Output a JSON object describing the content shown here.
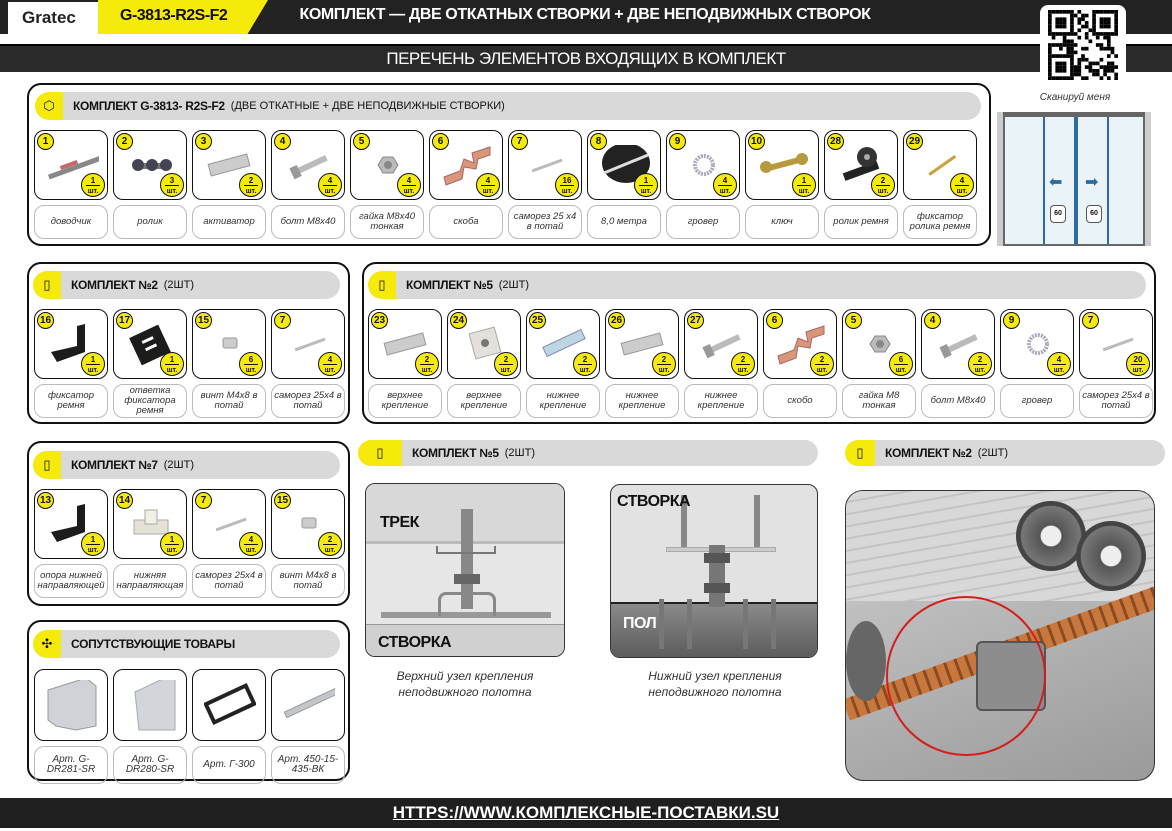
{
  "header": {
    "brand": "Gratec",
    "code": "G-3813-R2S-F2",
    "title": "КОМПЛЕКТ — ДВЕ ОТКАТНЫХ СТВОРКИ + ДВЕ НЕПОДВИЖНЫХ СТВОРОК",
    "subtitle": "ПЕРЕЧЕНЬ ЭЛЕМЕНТОВ ВХОДЯЩИХ В  КОМПЛЕКТ",
    "scan": "Сканируй меня"
  },
  "unit": "шт.",
  "accent": "#f5ea0a",
  "main_kit": {
    "title": "КОМПЛЕКТ G-3813- R2S-F2",
    "subtitle": "(ДВЕ ОТКАТНЫЕ + ДВЕ НЕПОДВИЖНЫЕ СТВОРКИ)",
    "items": [
      {
        "num": "1",
        "qty": "1",
        "label": "доводчик",
        "shape": "rod"
      },
      {
        "num": "2",
        "qty": "3",
        "label": "ролик",
        "shape": "roller"
      },
      {
        "num": "3",
        "qty": "2",
        "label": "активатор",
        "shape": "plate"
      },
      {
        "num": "4",
        "qty": "4",
        "label": "болт М8х40",
        "shape": "bolt"
      },
      {
        "num": "5",
        "qty": "4",
        "label": "гайка М8х40 тонкая",
        "shape": "nut"
      },
      {
        "num": "6",
        "qty": "4",
        "label": "скоба",
        "shape": "bracket"
      },
      {
        "num": "7",
        "qty": "16",
        "label": "саморез 25 х4 в потай",
        "shape": "screw"
      },
      {
        "num": "8",
        "qty": "1",
        "label": "8,0 метра",
        "shape": "disc"
      },
      {
        "num": "9",
        "qty": "4",
        "label": "гровер",
        "shape": "washer"
      },
      {
        "num": "10",
        "qty": "1",
        "label": "ключ",
        "shape": "wrench"
      },
      {
        "num": "28",
        "qty": "2",
        "label": "ролик ремня",
        "shape": "pulley"
      },
      {
        "num": "29",
        "qty": "4",
        "label": "фиксатор ролика ремня",
        "shape": "goldscrew"
      }
    ]
  },
  "diagram": {
    "weight_left": "60",
    "weight_right": "60"
  },
  "kit2": {
    "title": "КОМПЛЕКТ №2",
    "subtitle": "(2ШТ)",
    "items": [
      {
        "num": "16",
        "qty": "1",
        "label": "фиксатор ремня",
        "shape": "blackbracket"
      },
      {
        "num": "17",
        "qty": "1",
        "label": "ответка фиксатора ремня",
        "shape": "blackplate"
      },
      {
        "num": "15",
        "qty": "6",
        "label": "винт М4х8 в потай",
        "shape": "smallscrew"
      },
      {
        "num": "7",
        "qty": "4",
        "label": "саморез 25х4 в потай",
        "shape": "screw"
      }
    ]
  },
  "kit5": {
    "title": "КОМПЛЕКТ №5",
    "subtitle": "(2ШТ)",
    "items": [
      {
        "num": "23",
        "qty": "2",
        "label": "верхнее крепление",
        "shape": "plate"
      },
      {
        "num": "24",
        "qty": "2",
        "label": "верхнее крепление",
        "shape": "square"
      },
      {
        "num": "25",
        "qty": "2",
        "label": "нижнее крепление",
        "shape": "blueplate"
      },
      {
        "num": "26",
        "qty": "2",
        "label": "нижнее крепление",
        "shape": "plate"
      },
      {
        "num": "27",
        "qty": "2",
        "label": "нижнее крепление",
        "shape": "bolt"
      },
      {
        "num": "6",
        "qty": "2",
        "label": "скобо",
        "shape": "bracket"
      },
      {
        "num": "5",
        "qty": "6",
        "label": "гайка  М8 тонкая",
        "shape": "nut"
      },
      {
        "num": "4",
        "qty": "2",
        "label": "болт М8х40",
        "shape": "bolt"
      },
      {
        "num": "9",
        "qty": "4",
        "label": "гровер",
        "shape": "washer"
      },
      {
        "num": "7",
        "qty": "20",
        "label": "саморез 25х4 в потай",
        "shape": "screw"
      }
    ]
  },
  "kit7": {
    "title": "КОМПЛЕКТ №7",
    "subtitle": "(2ШТ)",
    "items": [
      {
        "num": "13",
        "qty": "1",
        "label": "опора нижней направляющей",
        "shape": "blackbracket"
      },
      {
        "num": "14",
        "qty": "1",
        "label": "нижняя направляющая",
        "shape": "whiteguide"
      },
      {
        "num": "7",
        "qty": "4",
        "label": "саморез 25х4 в потай",
        "shape": "screw"
      },
      {
        "num": "15",
        "qty": "2",
        "label": "винт М4х8 в потай",
        "shape": "smallscrew"
      }
    ]
  },
  "related": {
    "title": "СОПУТСТВУЮЩИЕ ТОВАРЫ",
    "items": [
      {
        "label": "Арт. G-DR281-SR",
        "shape": "profile"
      },
      {
        "label": "Арт. G-DR280-SR",
        "shape": "profile2"
      },
      {
        "label": "Арт. Г-300",
        "shape": "frame"
      },
      {
        "label": "Арт. 450-15-435-ВК",
        "shape": "rail"
      }
    ]
  },
  "kit5_diagram": {
    "title": "КОМПЛЕКТ №5",
    "subtitle": "(2ШТ)",
    "top_label_track": "ТРЕК",
    "top_label_leaf": "СТВОРКА",
    "top_caption": "Верхний узел крепления неподвижного полотна",
    "bottom_label_leaf": "СТВОРКА",
    "bottom_label_floor": "ПОЛ",
    "bottom_caption": "Нижний узел крепления неподвижного полотна"
  },
  "kit2_diagram": {
    "title": "КОМПЛЕКТ №2",
    "subtitle": "(2ШТ)"
  },
  "footer": {
    "url": "HTTPS://WWW.КОМПЛЕКСНЫЕ-ПОСТАВКИ.SU"
  }
}
